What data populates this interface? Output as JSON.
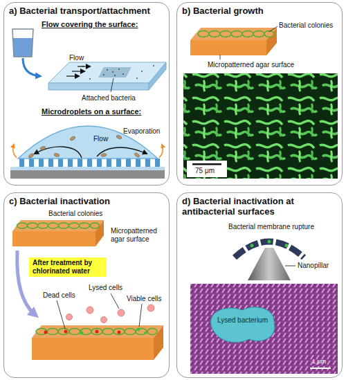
{
  "diagram": {
    "nodes": [
      {
        "text": [
          "a) Bacterial transport/attachment"
        ]
      },
      {
        "text": [
          "b) Bacterial growth"
        ]
      },
      {
        "text": [
          "c) Bacterial inactivation"
        ]
      },
      {
        "text": [
          "d) Bacterial inactivation at antibacterial surfaces"
        ]
      },
      {
        "text": [
          "After treatment by chlorinated water"
        ],
        "in": 2
      }
    ],
    "labels": [
      "Flow covering the surface:",
      "Flow",
      "Attached bacteria",
      "Microdroplets on a surface:",
      "Flow",
      "Evaporation",
      "Bacterial colonies",
      "Micropatterned agar surface",
      "75 μm",
      "Bacterial colonies",
      "Micropatterned agar surface",
      "Dead cells",
      "Lysed cells",
      "Viable cells",
      "Bacterial membrane rupture",
      "Nanopillar",
      "Lysed bacterium",
      "1 μm"
    ]
  }
}
